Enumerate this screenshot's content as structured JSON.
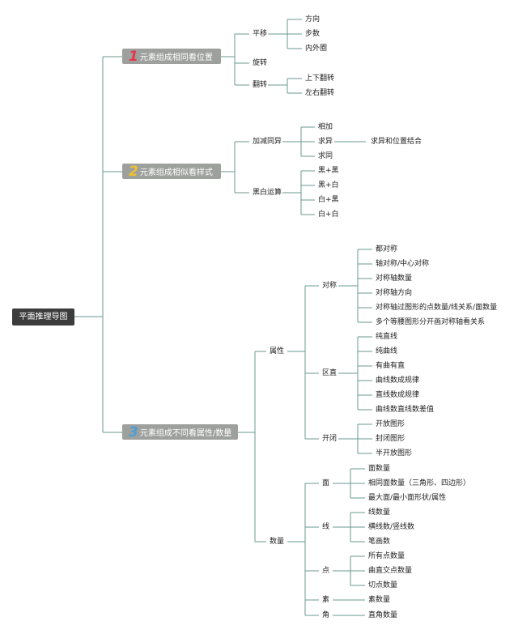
{
  "colors": {
    "line": "#6a9a90",
    "box": "#9ea09e",
    "root": "#3c3c3c"
  },
  "root": "平面推理导图",
  "b1": {
    "num": "1",
    "num_color": "#e8344a",
    "label": "元素组成相同看位置",
    "pingyi": "平移",
    "pingyi_children": [
      "方向",
      "步数",
      "内外圈"
    ],
    "xuanzhuan": "旋转",
    "fanzhuan": "翻转",
    "fanzhuan_children": [
      "上下翻转",
      "左右翻转"
    ]
  },
  "b2": {
    "num": "2",
    "num_color": "#f0c030",
    "label": "元素组成相似看样式",
    "jiajian": "加减同异",
    "jiajian_children": [
      "相加",
      "求异",
      "求同"
    ],
    "qiuyi_note": "求异和位置结合",
    "heibai": "黑白运算",
    "heibai_children": [
      "黑+黑",
      "黑+白",
      "白+黑",
      "白+白"
    ]
  },
  "b3": {
    "num": "3",
    "num_color": "#4a9fd8",
    "label": "元素组成不同看属性/数量",
    "shuxing": "属性",
    "duicheng": "对称",
    "duicheng_children": [
      "都对称",
      "轴对称/中心对称",
      "对称轴数量",
      "对称轴方向",
      "对称轴过图形的点数量/线关系/面数量",
      "多个等腰图形分开画对称轴看关系"
    ],
    "quzhi": "区直",
    "quzhi_children": [
      "纯直线",
      "纯曲线",
      "有曲有直",
      "曲线数成规律",
      "直线数成规律",
      "曲线数直线数差值"
    ],
    "kaibi": "开闭",
    "kaibi_children": [
      "开放图形",
      "封闭图形",
      "半开放图形"
    ],
    "shuliang": "数量",
    "mian": "面",
    "mian_children": [
      "面数量",
      "相同面数量（三角形、四边形）",
      "最大面/最小面形状/属性"
    ],
    "xian": "线",
    "xian_children": [
      "线数量",
      "横线数/竖线数",
      "笔画数"
    ],
    "dian": "点",
    "dian_children": [
      "所有点数量",
      "曲直交点数量",
      "切点数量"
    ],
    "su": "素",
    "su_children": [
      "素数量"
    ],
    "jiao": "角",
    "jiao_children": [
      "直角数量"
    ]
  }
}
